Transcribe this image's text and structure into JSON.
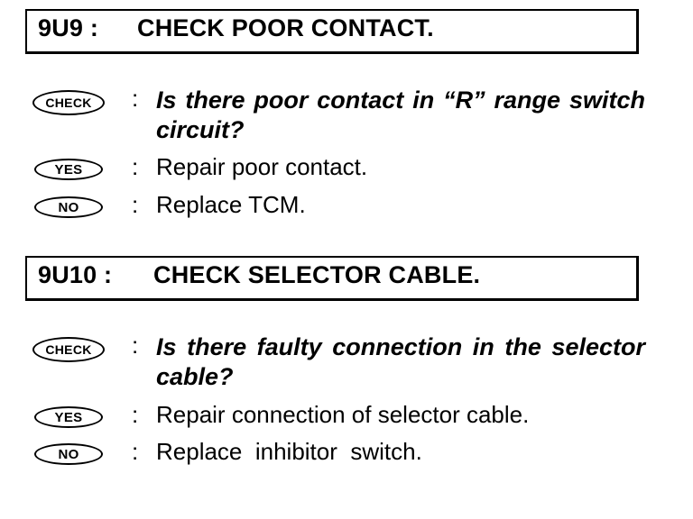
{
  "steps": [
    {
      "id": "9U9 :",
      "title": "CHECK POOR CONTACT.",
      "check_label": "CHECK",
      "question": "Is there poor contact in “R” range switch circuit?",
      "yes_label": "YES",
      "yes_action": "Repair poor contact.",
      "no_label": "NO",
      "no_action": "Replace TCM."
    },
    {
      "id": "9U10 :",
      "title": "CHECK SELECTOR CABLE.",
      "check_label": "CHECK",
      "question": "Is there faulty connection in the selector cable?",
      "yes_label": "YES",
      "yes_action": "Repair connection of selector cable.",
      "no_label": "NO",
      "no_action": "Replace  inhibitor  switch."
    }
  ],
  "colon": ":"
}
